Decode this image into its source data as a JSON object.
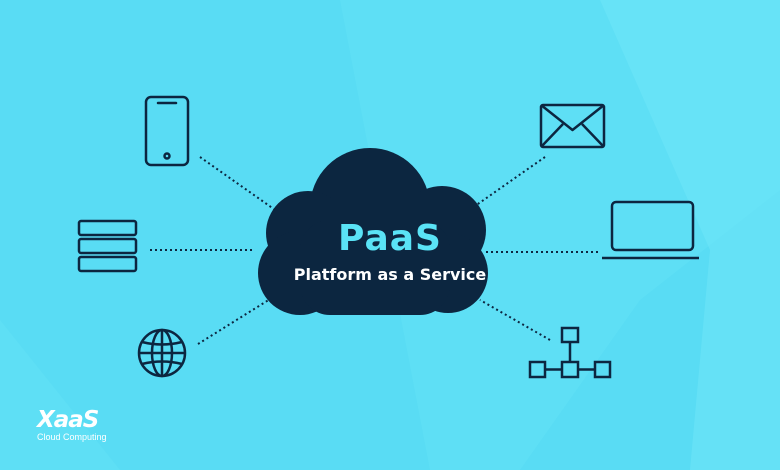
{
  "banner": {
    "title": "PaaS",
    "subtitle": "Platform as a Service",
    "colors": {
      "background": "#59dcf4",
      "cloud": "#0c2640",
      "title": "#5ae3f6",
      "icon_stroke": "#0c2640"
    }
  },
  "icons": [
    "smartphone-icon",
    "server-icon",
    "globe-icon",
    "mail-icon",
    "laptop-icon",
    "network-icon"
  ],
  "logo": {
    "word": "XaaS",
    "tagline": "Cloud Computing"
  }
}
